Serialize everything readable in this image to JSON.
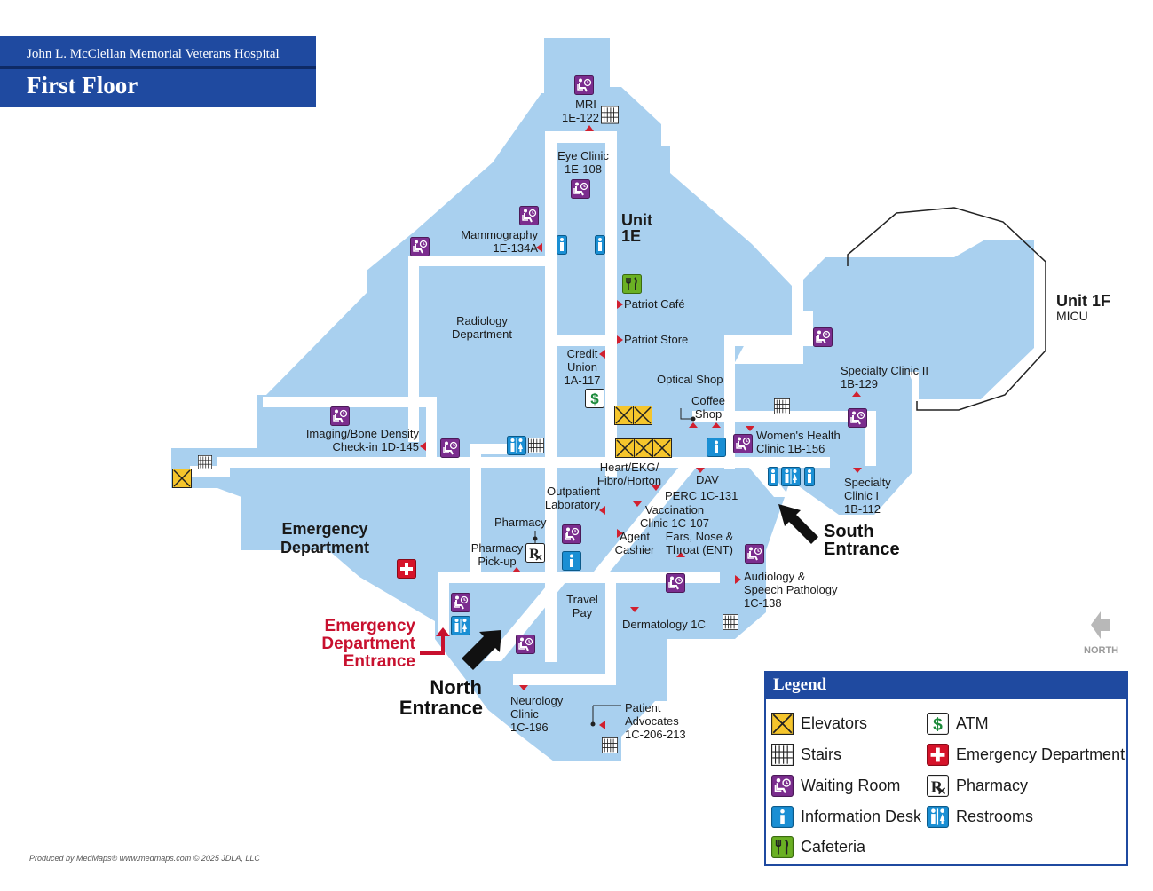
{
  "header": {
    "hospital": "John L. McClellan Memorial Veterans Hospital",
    "floor": "First Floor"
  },
  "colors": {
    "floor_fill": "#a9d0ef",
    "hallway": "#ffffff",
    "header_blue": "#1f4aa0",
    "waiting_purple": "#7b2d8e",
    "info_blue": "#1a8fd4",
    "elevator_yellow": "#f5c52c",
    "cafeteria_green": "#6ab023",
    "atm_green": "#1c8a3a",
    "emergency_red": "#d6132a",
    "marker_red": "#d1202f"
  },
  "labels": {
    "mri": "MRI",
    "mri_room": "1E-122",
    "eye_clinic": "Eye Clinic",
    "eye_room": "1E-108",
    "unit_1e_a": "Unit",
    "unit_1e_b": "1E",
    "mammography": "Mammography",
    "mammo_room": "1E-134A",
    "unit_1f": "Unit 1F",
    "micu": "MICU",
    "patriot_cafe": "Patriot Café",
    "patriot_store": "Patriot Store",
    "radiology_a": "Radiology",
    "radiology_b": "Department",
    "credit_union_a": "Credit",
    "credit_union_b": "Union",
    "credit_union_c": "1A-117",
    "optical_shop": "Optical Shop",
    "coffee_a": "Coffee",
    "coffee_b": "Shop",
    "specialty2_a": "Specialty Clinic II",
    "specialty2_b": "1B-129",
    "imaging_a": "Imaging/Bone Density",
    "imaging_b": "Check-in 1D-145",
    "womens_a": "Women's Health",
    "womens_b": "Clinic 1B-156",
    "heart_a": "Heart/EKG/",
    "heart_b": "Fibro/Horton",
    "dav": "DAV",
    "perc": "PERC 1C-131",
    "specialty1_a": "Specialty",
    "specialty1_b": "Clinic I",
    "specialty1_c": "1B-112",
    "outpatient_a": "Outpatient",
    "outpatient_b": "Laboratory",
    "vaccination_a": "Vaccination",
    "vaccination_b": "Clinic 1C-107",
    "emergency_a": "Emergency",
    "emergency_b": "Department",
    "pharmacy": "Pharmacy",
    "pickup_a": "Pharmacy",
    "pickup_b": "Pick-up",
    "agent_a": "Agent",
    "agent_b": "Cashier",
    "ent_a": "Ears, Nose &",
    "ent_b": "Throat (ENT)",
    "south_a": "South",
    "south_b": "Entrance",
    "audiology_a": "Audiology &",
    "audiology_b": "Speech Pathology",
    "audiology_c": "1C-138",
    "travel_a": "Travel",
    "travel_b": "Pay",
    "dermatology": "Dermatology 1C",
    "ed_entr_a": "Emergency",
    "ed_entr_b": "Department",
    "ed_entr_c": "Entrance",
    "north_a": "North",
    "north_b": "Entrance",
    "neuro_a": "Neurology",
    "neuro_b": "Clinic",
    "neuro_c": "1C-196",
    "advocates_a": "Patient",
    "advocates_b": "Advocates",
    "advocates_c": "1C-206-213"
  },
  "compass": {
    "label": "NORTH",
    "icon": "north-arrow-icon"
  },
  "legend": {
    "title": "Legend",
    "items": [
      {
        "label": "Elevators",
        "icon": "elevator-icon"
      },
      {
        "label": "ATM",
        "icon": "atm-icon"
      },
      {
        "label": "Stairs",
        "icon": "stairs-icon"
      },
      {
        "label": "Emergency Department",
        "icon": "emergency-icon"
      },
      {
        "label": "Waiting Room",
        "icon": "waiting-room-icon"
      },
      {
        "label": "Pharmacy",
        "icon": "pharmacy-icon"
      },
      {
        "label": "Information Desk",
        "icon": "info-icon"
      },
      {
        "label": "Restrooms",
        "icon": "restroom-icon"
      },
      {
        "label": "Cafeteria",
        "icon": "cafeteria-icon"
      }
    ]
  },
  "credit": "Produced by MedMaps®  www.medmaps.com   © 2025 JDLA, LLC"
}
